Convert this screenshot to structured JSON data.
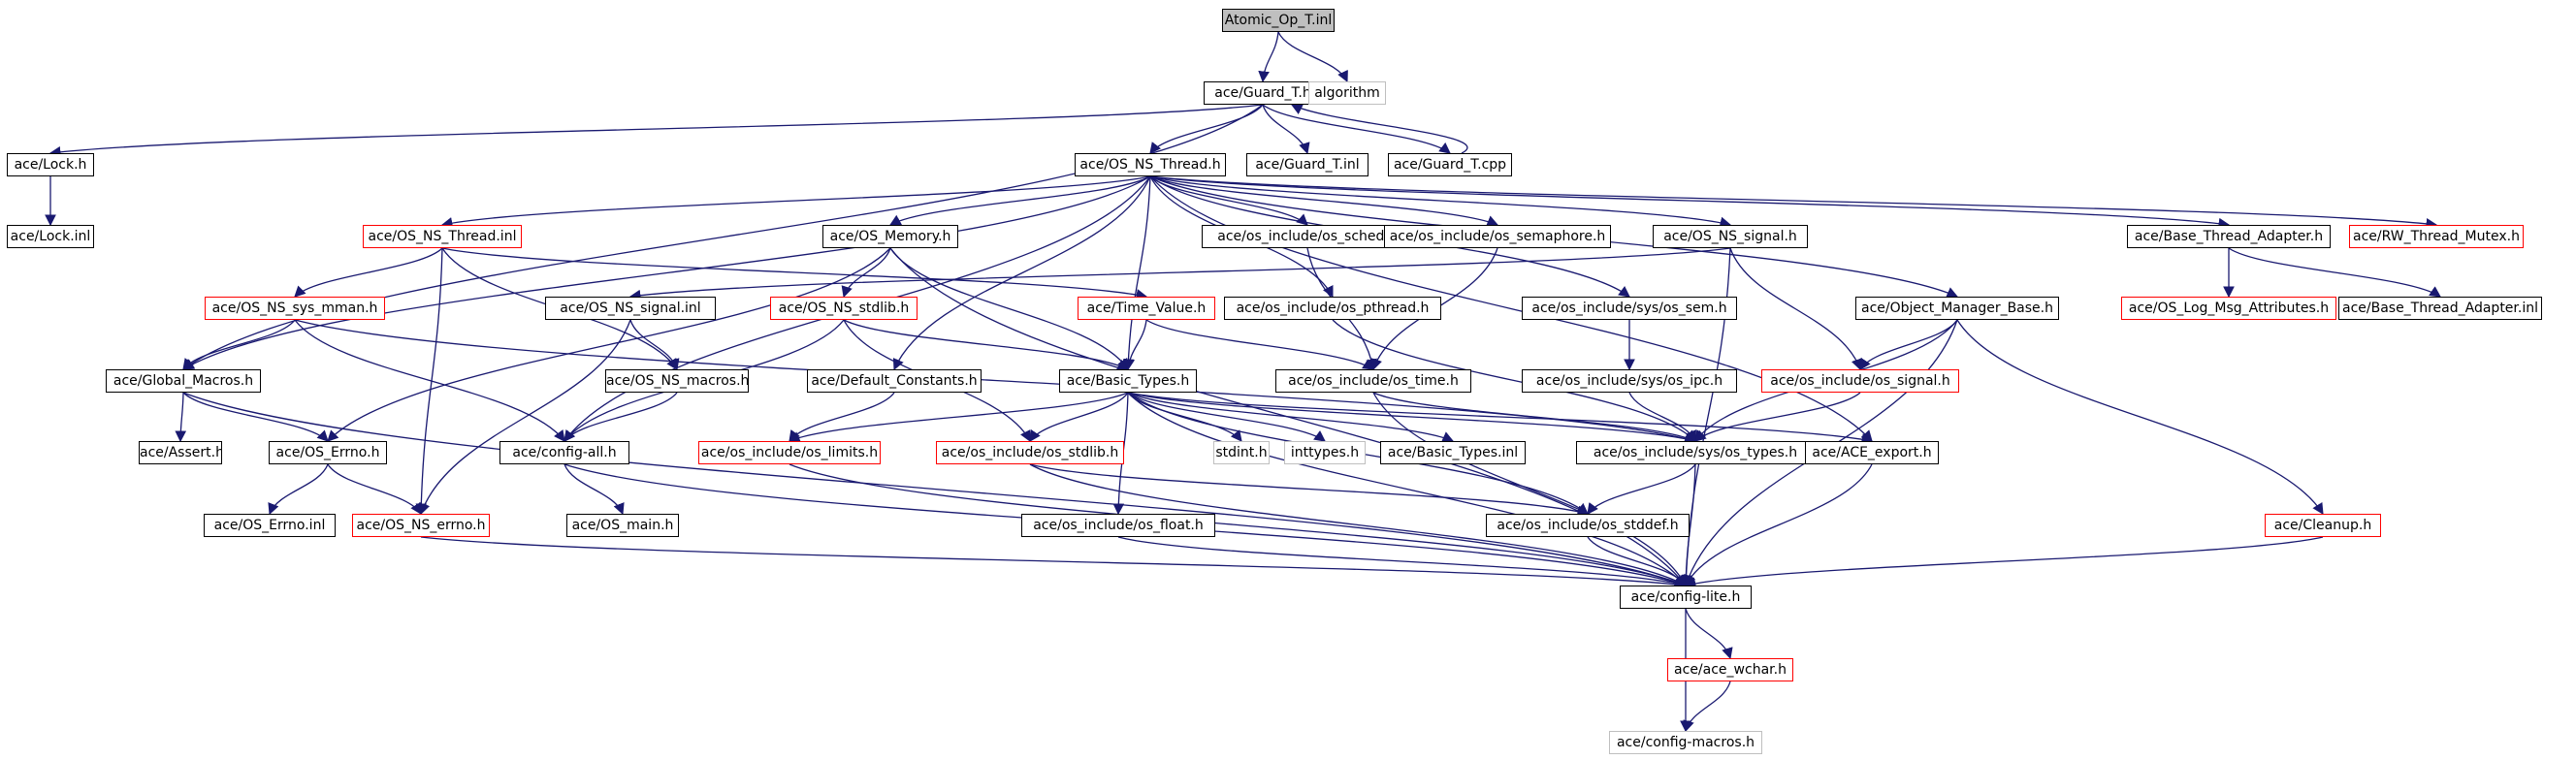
{
  "nodes": [
    {
      "id": "atomic_inl",
      "label": "Atomic_Op_T.inl",
      "style": "root"
    },
    {
      "id": "guard_h",
      "label": "ace/Guard_T.h",
      "style": "normal"
    },
    {
      "id": "algorithm",
      "label": "algorithm",
      "style": "gray"
    },
    {
      "id": "lock_h",
      "label": "ace/Lock.h",
      "style": "normal"
    },
    {
      "id": "lock_inl",
      "label": "ace/Lock.inl",
      "style": "normal"
    },
    {
      "id": "ns_thread_h",
      "label": "ace/OS_NS_Thread.h",
      "style": "normal"
    },
    {
      "id": "guard_inl",
      "label": "ace/Guard_T.inl",
      "style": "normal"
    },
    {
      "id": "guard_cpp",
      "label": "ace/Guard_T.cpp",
      "style": "normal"
    },
    {
      "id": "ns_thread_inl",
      "label": "ace/OS_NS_Thread.inl",
      "style": "red"
    },
    {
      "id": "os_memory",
      "label": "ace/OS_Memory.h",
      "style": "normal"
    },
    {
      "id": "os_sched",
      "label": "ace/os_include/os_sched.h",
      "style": "normal"
    },
    {
      "id": "os_semaphore",
      "label": "ace/os_include/os_semaphore.h",
      "style": "normal"
    },
    {
      "id": "ns_signal_h",
      "label": "ace/OS_NS_signal.h",
      "style": "normal"
    },
    {
      "id": "base_adapter_h",
      "label": "ace/Base_Thread_Adapter.h",
      "style": "normal"
    },
    {
      "id": "rw_mutex",
      "label": "ace/RW_Thread_Mutex.h",
      "style": "red"
    },
    {
      "id": "ns_sys_mman",
      "label": "ace/OS_NS_sys_mman.h",
      "style": "red"
    },
    {
      "id": "ns_signal_inl",
      "label": "ace/OS_NS_signal.inl",
      "style": "normal"
    },
    {
      "id": "ns_stdlib",
      "label": "ace/OS_NS_stdlib.h",
      "style": "red"
    },
    {
      "id": "time_value",
      "label": "ace/Time_Value.h",
      "style": "red"
    },
    {
      "id": "os_pthread",
      "label": "ace/os_include/os_pthread.h",
      "style": "normal"
    },
    {
      "id": "sys_os_sem",
      "label": "ace/os_include/sys/os_sem.h",
      "style": "normal"
    },
    {
      "id": "obj_mgr_base",
      "label": "ace/Object_Manager_Base.h",
      "style": "normal"
    },
    {
      "id": "log_msg_attr",
      "label": "ace/OS_Log_Msg_Attributes.h",
      "style": "red"
    },
    {
      "id": "base_adapter_inl",
      "label": "ace/Base_Thread_Adapter.inl",
      "style": "normal"
    },
    {
      "id": "global_macros",
      "label": "ace/Global_Macros.h",
      "style": "normal"
    },
    {
      "id": "ns_macros",
      "label": "ace/OS_NS_macros.h",
      "style": "normal"
    },
    {
      "id": "default_consts",
      "label": "ace/Default_Constants.h",
      "style": "normal"
    },
    {
      "id": "basic_types",
      "label": "ace/Basic_Types.h",
      "style": "normal"
    },
    {
      "id": "os_time",
      "label": "ace/os_include/os_time.h",
      "style": "normal"
    },
    {
      "id": "sys_os_ipc",
      "label": "ace/os_include/sys/os_ipc.h",
      "style": "normal"
    },
    {
      "id": "os_signal",
      "label": "ace/os_include/os_signal.h",
      "style": "red"
    },
    {
      "id": "assert_h",
      "label": "ace/Assert.h",
      "style": "normal"
    },
    {
      "id": "os_errno_h",
      "label": "ace/OS_Errno.h",
      "style": "normal"
    },
    {
      "id": "config_all",
      "label": "ace/config-all.h",
      "style": "normal"
    },
    {
      "id": "os_limits",
      "label": "ace/os_include/os_limits.h",
      "style": "red"
    },
    {
      "id": "os_stdlib",
      "label": "ace/os_include/os_stdlib.h",
      "style": "red"
    },
    {
      "id": "stdint",
      "label": "stdint.h",
      "style": "gray"
    },
    {
      "id": "inttypes",
      "label": "inttypes.h",
      "style": "gray"
    },
    {
      "id": "basic_types_inl",
      "label": "ace/Basic_Types.inl",
      "style": "normal"
    },
    {
      "id": "sys_os_types",
      "label": "ace/os_include/sys/os_types.h",
      "style": "normal"
    },
    {
      "id": "ace_export",
      "label": "ace/ACE_export.h",
      "style": "normal"
    },
    {
      "id": "os_errno_inl",
      "label": "ace/OS_Errno.inl",
      "style": "normal"
    },
    {
      "id": "ns_errno",
      "label": "ace/OS_NS_errno.h",
      "style": "red"
    },
    {
      "id": "os_main",
      "label": "ace/OS_main.h",
      "style": "normal"
    },
    {
      "id": "os_float",
      "label": "ace/os_include/os_float.h",
      "style": "normal"
    },
    {
      "id": "os_stddef",
      "label": "ace/os_include/os_stddef.h",
      "style": "normal"
    },
    {
      "id": "cleanup",
      "label": "ace/Cleanup.h",
      "style": "red"
    },
    {
      "id": "config_lite",
      "label": "ace/config-lite.h",
      "style": "normal"
    },
    {
      "id": "ace_wchar",
      "label": "ace/ace_wchar.h",
      "style": "red"
    },
    {
      "id": "config_macros",
      "label": "ace/config-macros.h",
      "style": "gray"
    }
  ],
  "edges": [
    [
      "atomic_inl",
      "guard_h"
    ],
    [
      "atomic_inl",
      "algorithm"
    ],
    [
      "guard_h",
      "lock_h"
    ],
    [
      "guard_h",
      "ns_thread_h"
    ],
    [
      "guard_h",
      "guard_inl"
    ],
    [
      "guard_h",
      "guard_cpp"
    ],
    [
      "guard_h",
      "global_macros"
    ],
    [
      "guard_cpp",
      "guard_h"
    ],
    [
      "lock_h",
      "lock_inl"
    ],
    [
      "ns_thread_h",
      "ns_thread_inl"
    ],
    [
      "ns_thread_h",
      "os_memory"
    ],
    [
      "ns_thread_h",
      "os_sched"
    ],
    [
      "ns_thread_h",
      "os_semaphore"
    ],
    [
      "ns_thread_h",
      "ns_signal_h"
    ],
    [
      "ns_thread_h",
      "base_adapter_h"
    ],
    [
      "ns_thread_h",
      "rw_mutex"
    ],
    [
      "ns_thread_h",
      "global_macros"
    ],
    [
      "ns_thread_h",
      "config_all"
    ],
    [
      "ns_thread_h",
      "default_consts"
    ],
    [
      "ns_thread_h",
      "basic_types"
    ],
    [
      "ns_thread_h",
      "os_pthread"
    ],
    [
      "ns_thread_h",
      "sys_os_sem"
    ],
    [
      "ns_thread_h",
      "obj_mgr_base"
    ],
    [
      "ns_thread_h",
      "ace_export"
    ],
    [
      "ns_thread_inl",
      "ns_sys_mman"
    ],
    [
      "ns_thread_inl",
      "time_value"
    ],
    [
      "ns_thread_inl",
      "ns_macros"
    ],
    [
      "ns_thread_inl",
      "ns_errno"
    ],
    [
      "os_memory",
      "ns_stdlib"
    ],
    [
      "os_memory",
      "basic_types"
    ],
    [
      "os_memory",
      "os_errno_h"
    ],
    [
      "os_memory",
      "config_lite"
    ],
    [
      "os_sched",
      "os_time"
    ],
    [
      "os_semaphore",
      "os_time"
    ],
    [
      "ns_signal_h",
      "os_signal"
    ],
    [
      "ns_signal_h",
      "ns_signal_inl"
    ],
    [
      "ns_signal_h",
      "config_lite"
    ],
    [
      "base_adapter_h",
      "log_msg_attr"
    ],
    [
      "base_adapter_h",
      "base_adapter_inl"
    ],
    [
      "ns_sys_mman",
      "global_macros"
    ],
    [
      "ns_sys_mman",
      "config_all"
    ],
    [
      "ns_sys_mman",
      "sys_os_types"
    ],
    [
      "ns_signal_inl",
      "ns_macros"
    ],
    [
      "ns_signal_inl",
      "ns_errno"
    ],
    [
      "ns_stdlib",
      "basic_types"
    ],
    [
      "ns_stdlib",
      "os_stdlib"
    ],
    [
      "ns_stdlib",
      "config_all"
    ],
    [
      "time_value",
      "basic_types"
    ],
    [
      "time_value",
      "os_time"
    ],
    [
      "os_pthread",
      "sys_os_types"
    ],
    [
      "sys_os_sem",
      "sys_os_ipc"
    ],
    [
      "obj_mgr_base",
      "os_signal"
    ],
    [
      "obj_mgr_base",
      "cleanup"
    ],
    [
      "obj_mgr_base",
      "sys_os_types"
    ],
    [
      "obj_mgr_base",
      "config_lite"
    ],
    [
      "global_macros",
      "assert_h"
    ],
    [
      "global_macros",
      "os_errno_h"
    ],
    [
      "global_macros",
      "config_lite"
    ],
    [
      "ns_macros",
      "config_all"
    ],
    [
      "default_consts",
      "os_limits"
    ],
    [
      "basic_types",
      "os_limits"
    ],
    [
      "basic_types",
      "os_stdlib"
    ],
    [
      "basic_types",
      "stdint"
    ],
    [
      "basic_types",
      "inttypes"
    ],
    [
      "basic_types",
      "basic_types_inl"
    ],
    [
      "basic_types",
      "sys_os_types"
    ],
    [
      "basic_types",
      "ace_export"
    ],
    [
      "basic_types",
      "os_float"
    ],
    [
      "basic_types",
      "os_stddef"
    ],
    [
      "basic_types",
      "config_lite"
    ],
    [
      "os_time",
      "sys_os_types"
    ],
    [
      "os_time",
      "config_lite"
    ],
    [
      "sys_os_ipc",
      "sys_os_types"
    ],
    [
      "os_signal",
      "sys_os_types"
    ],
    [
      "os_errno_h",
      "os_errno_inl"
    ],
    [
      "os_errno_h",
      "ns_errno"
    ],
    [
      "config_all",
      "os_main"
    ],
    [
      "config_all",
      "config_lite"
    ],
    [
      "os_limits",
      "config_lite"
    ],
    [
      "os_stdlib",
      "os_stddef"
    ],
    [
      "os_stdlib",
      "config_lite"
    ],
    [
      "sys_os_types",
      "os_stddef"
    ],
    [
      "sys_os_types",
      "config_lite"
    ],
    [
      "ace_export",
      "config_lite"
    ],
    [
      "ns_errno",
      "config_lite"
    ],
    [
      "os_float",
      "config_lite"
    ],
    [
      "os_stddef",
      "config_lite"
    ],
    [
      "cleanup",
      "config_lite"
    ],
    [
      "config_lite",
      "ace_wchar"
    ],
    [
      "config_lite",
      "config_macros"
    ],
    [
      "ace_wchar",
      "config_macros"
    ]
  ]
}
